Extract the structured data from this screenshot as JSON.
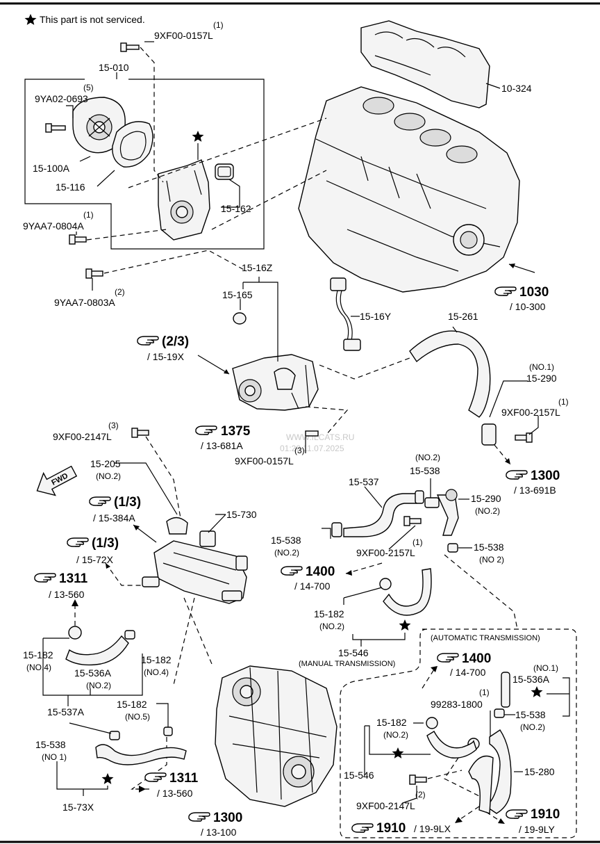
{
  "legend": {
    "text": "This part is not serviced."
  },
  "labels": {
    "p9xf00_0157l_top": "9XF00-0157L",
    "q1_top": "(1)",
    "p15_010": "15-010",
    "q5": "(5)",
    "p9ya02_0693": "9YA02-0693",
    "p15_100a": "15-100A",
    "p15_116": "15-116",
    "p15_162": "15-162",
    "q1_yaa7": "(1)",
    "p9yaa7_0804a": "9YAA7-0804A",
    "q2_yaa7": "(2)",
    "p9yaa7_0803a": "9YAA7-0803A",
    "p10_324": "10-324",
    "p15_16z": "15-16Z",
    "p15_165": "15-165",
    "p15_16y": "15-16Y",
    "p15_261": "15-261",
    "no1_290": "(NO.1)",
    "p15_290_top": "15-290",
    "q1_2157_top": "(1)",
    "p9xf00_2157l_top": "9XF00-2157L",
    "q3_2147": "(3)",
    "p9xf00_2147l": "9XF00-2147L",
    "q3_0157": "(3)",
    "p9xf00_0157l_mid": "9XF00-0157L",
    "p15_205": "15-205",
    "no2_205": "(NO.2)",
    "p15_730": "15-730",
    "p15_537": "15-537",
    "no2_538a": "(NO.2)",
    "p15_538a": "15-538",
    "p15_290b": "15-290",
    "no2_290b": "(NO.2)",
    "p15_538b": "15-538",
    "no2_538b": "(NO.2)",
    "q1_2157b": "(1)",
    "p9xf00_2157l_b": "9XF00-2157L",
    "p15_538c": "15-538",
    "no2_538c": "(NO 2)",
    "p15_182a": "15-182",
    "no2_182a": "(NO.2)",
    "p15_546a": "15-546",
    "manual": "(MANUAL TRANSMISSION)",
    "p15_182_no4l": "15-182",
    "no4_l": "(NO.4)",
    "p15_536a": "15-536A",
    "no2_536a": "(NO.2)",
    "p15_182_no4r": "15-182",
    "no4_r": "(NO.4)",
    "p15_537a": "15-537A",
    "p15_182_no5": "15-182",
    "no5": "(NO.5)",
    "p15_538_no1": "15-538",
    "no1_538": "(NO 1)",
    "p15_73x": "15-73X",
    "automatic": "(AUTOMATIC TRANSMISSION)",
    "no1_536a_r": "(NO.1)",
    "p15_536a_r": "15-536A",
    "q1_1800": "(1)",
    "p99283_1800": "99283-1800",
    "p15_538_r": "15-538",
    "no2_538_r": "(NO.2)",
    "p15_182_r": "15-182",
    "no2_182_r": "(NO.2)",
    "p15_546_r": "15-546",
    "p15_280": "15-280",
    "q2_2147_r": "(2)",
    "p9xf00_2147l_r": "9XF00-2147L",
    "fwd": "FWD"
  },
  "refs": [
    {
      "id": "r1030",
      "big": "1030",
      "sub": "/ 10-300"
    },
    {
      "id": "r23",
      "big": "(2/3)",
      "sub": "/ 15-19X"
    },
    {
      "id": "r1375",
      "big": "1375",
      "sub": "/ 13-681A"
    },
    {
      "id": "r1300a",
      "big": "1300",
      "sub": "/ 13-691B"
    },
    {
      "id": "r13a",
      "big": "(1/3)",
      "sub": "/ 15-384A"
    },
    {
      "id": "r13b",
      "big": "(1/3)",
      "sub": "/ 15-72X"
    },
    {
      "id": "r1311a",
      "big": "1311",
      "sub": "/ 13-560"
    },
    {
      "id": "r1400a",
      "big": "1400",
      "sub": "/ 14-700"
    },
    {
      "id": "r1400b",
      "big": "1400",
      "sub": "/ 14-700"
    },
    {
      "id": "r1311b",
      "big": "1311",
      "sub": "/ 13-560"
    },
    {
      "id": "r1300b",
      "big": "1300",
      "sub": "/ 13-100"
    },
    {
      "id": "r1910a",
      "big": "1910",
      "sub": "/ 19-9LX"
    },
    {
      "id": "r1910b",
      "big": "1910",
      "sub": "/ 19-9LY"
    }
  ],
  "watermark": {
    "line1": "WWW.ILCATS.RU",
    "line2": "01:20 11.07.2025"
  }
}
